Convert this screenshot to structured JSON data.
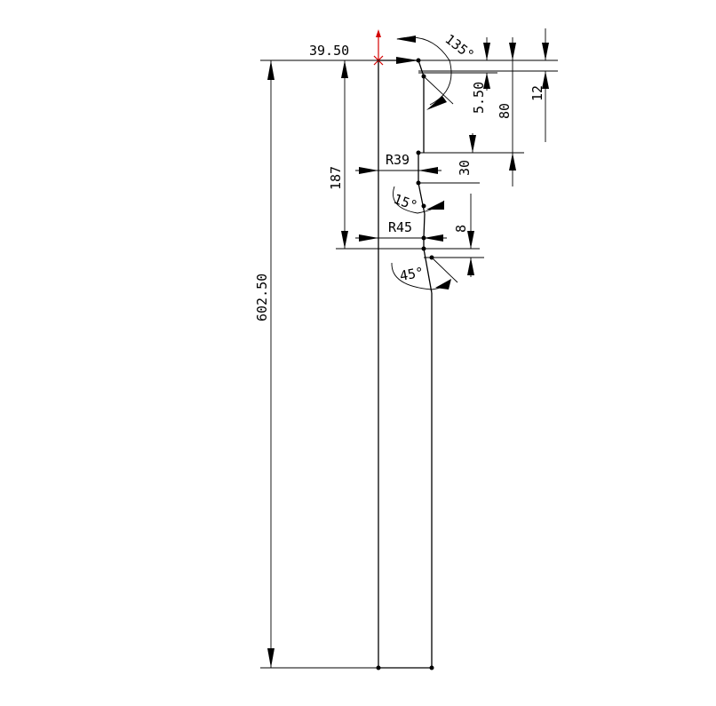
{
  "drawing": {
    "dimensions": {
      "horizontal_top": "39.50",
      "angle_top": "135°",
      "vertical_5_50": "5.50",
      "vertical_80": "80",
      "vertical_12": "12",
      "radius_39": "R39",
      "vertical_30": "30",
      "vertical_187": "187",
      "angle_15": "15°",
      "radius_45": "R45",
      "vertical_8": "8",
      "angle_45": "45°",
      "overall_height": "602.50"
    },
    "colors": {
      "line": "#000000",
      "origin": "#d40000",
      "background": "#ffffff"
    }
  }
}
